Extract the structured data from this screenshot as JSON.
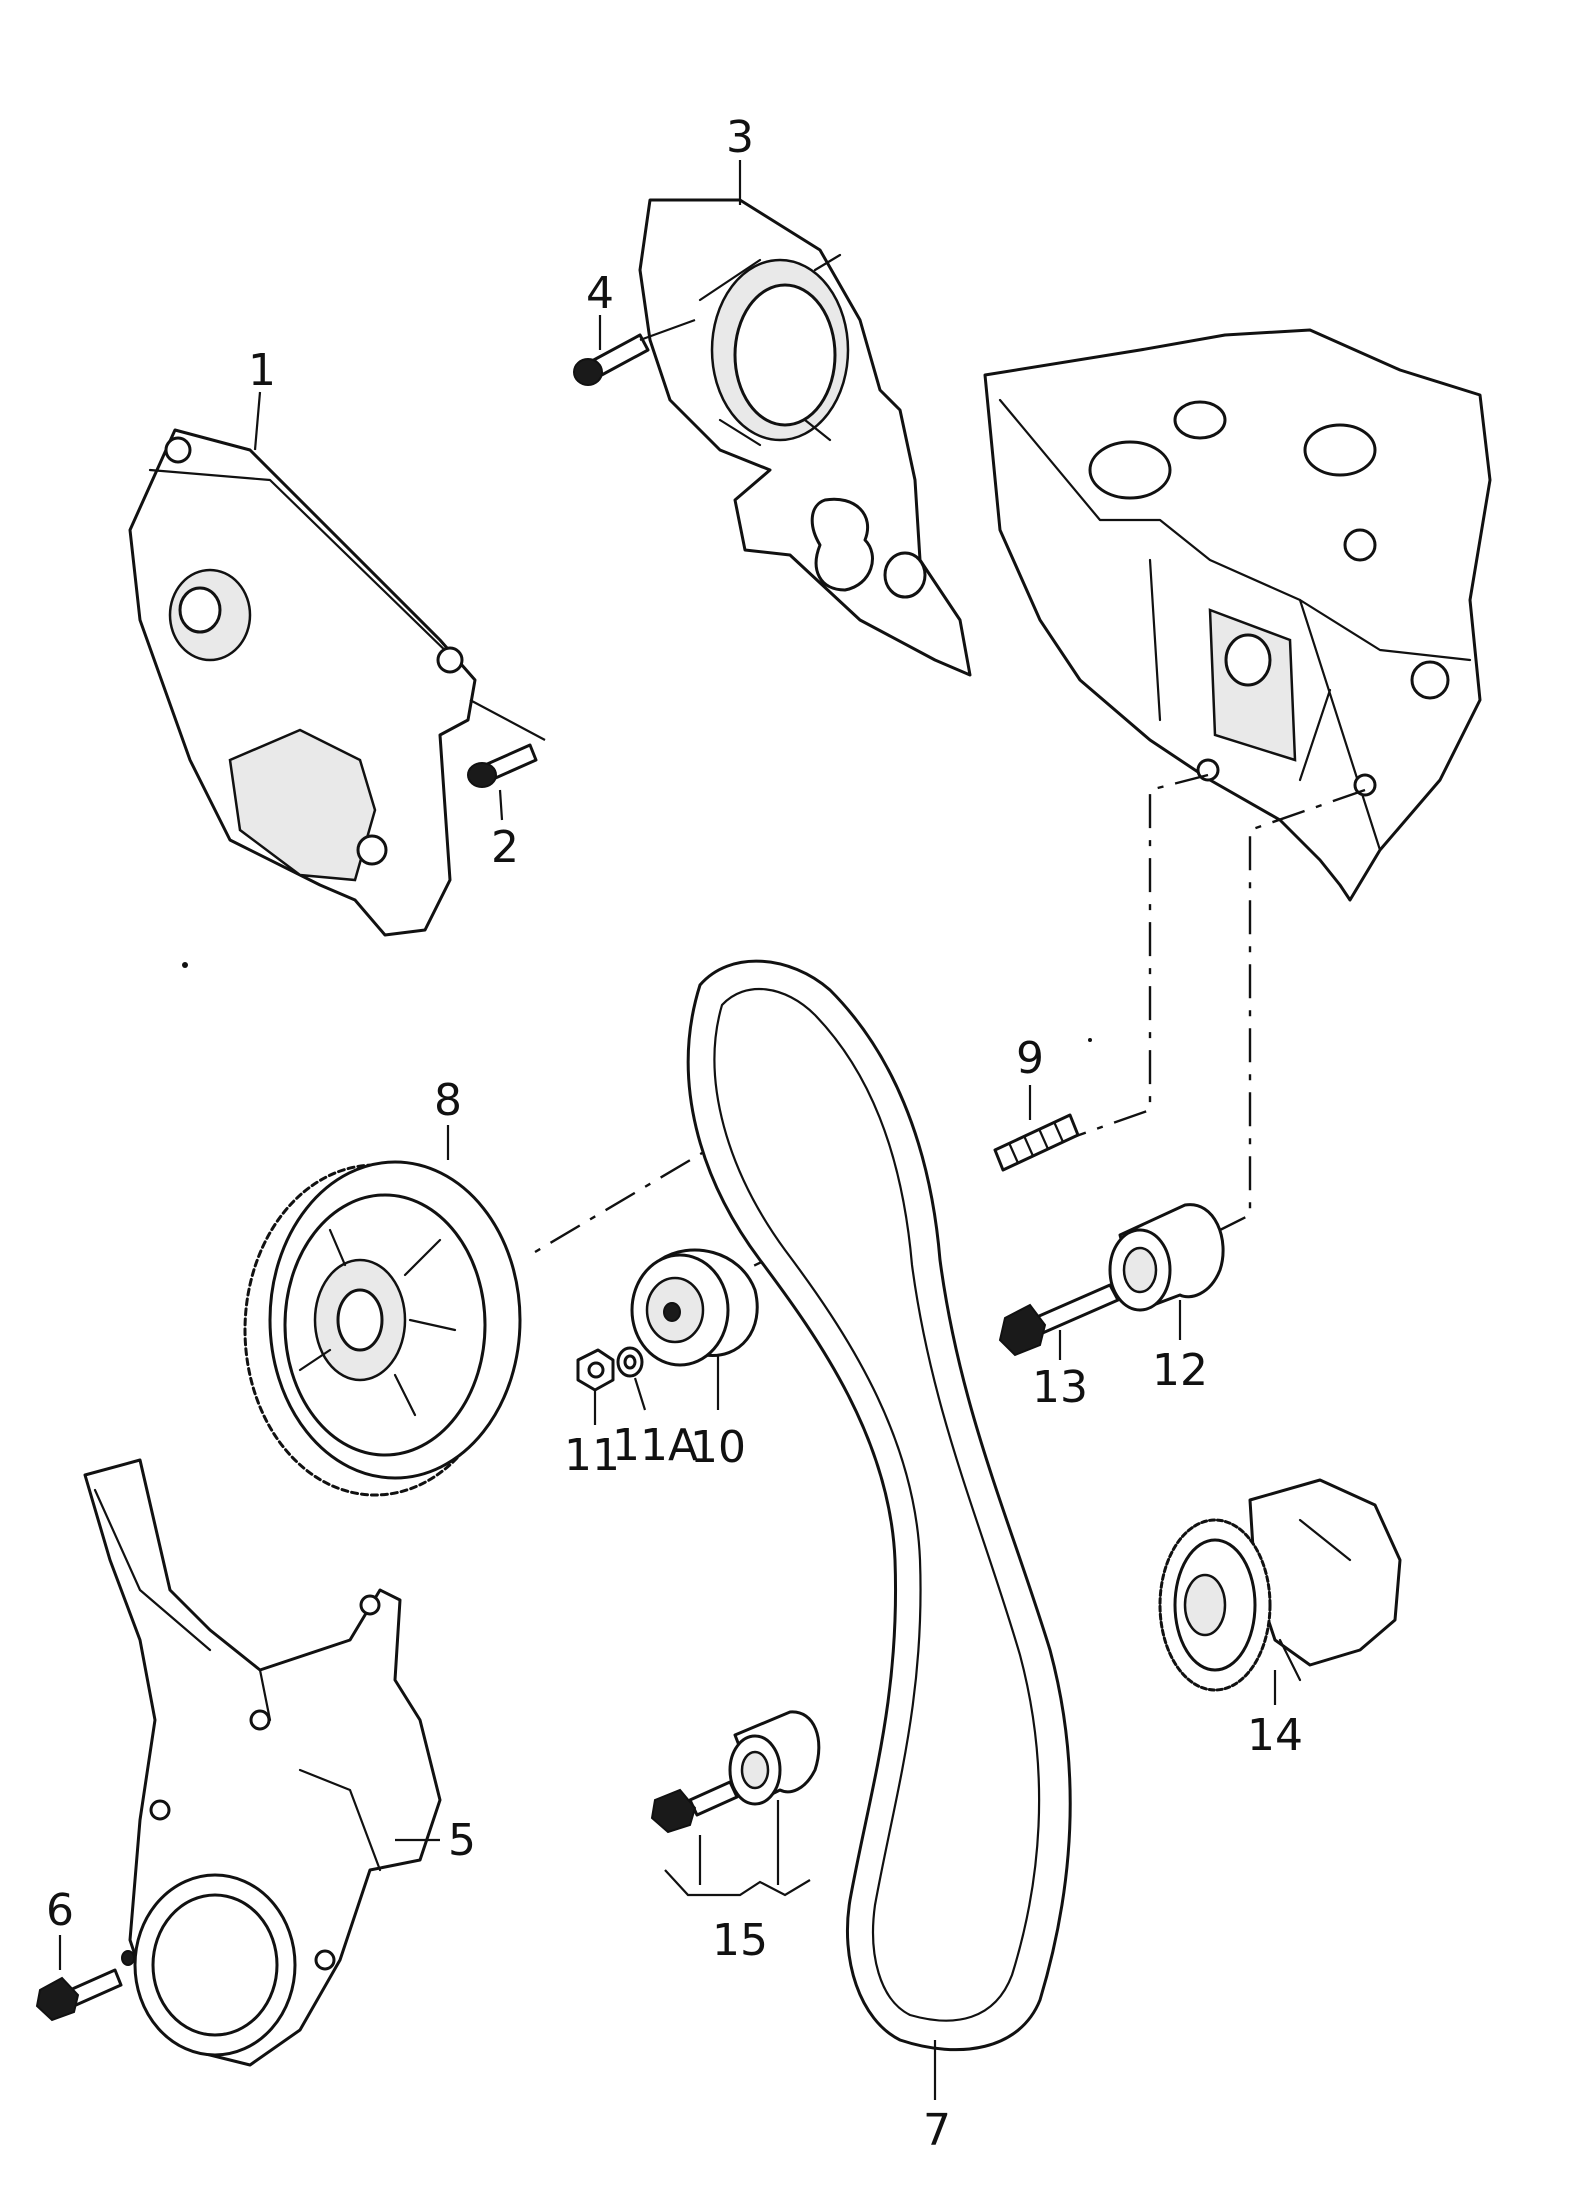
{
  "diagram": {
    "callouts": {
      "c1": "1",
      "c2": "2",
      "c3": "3",
      "c4": "4",
      "c5": "5",
      "c6": "6",
      "c7": "7",
      "c8": "8",
      "c9": "9",
      "c10": "10",
      "c11": "11",
      "c11a": "11A",
      "c12": "12",
      "c13": "13",
      "c14": "14",
      "c15": "15"
    },
    "colors": {
      "line": "#111111",
      "background": "#ffffff"
    }
  }
}
